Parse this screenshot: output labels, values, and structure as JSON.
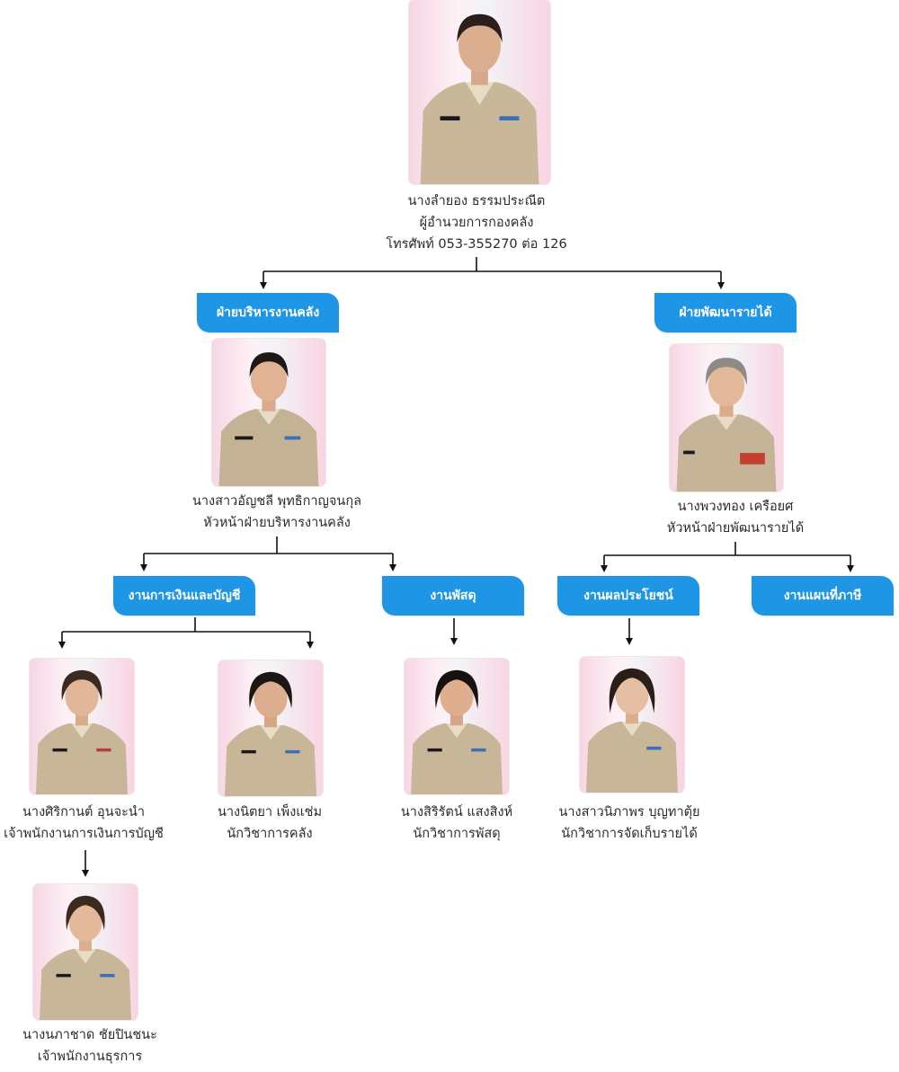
{
  "director": {
    "name": "นางลำยอง  ธรรมประณีต",
    "title": "ผู้อำนวยการกองคลัง",
    "phone": "โทรศัพท์ 053-355270 ต่อ 126"
  },
  "divisions": {
    "finance_admin": "ฝ่ายบริหารงานคลัง",
    "revenue_dev": "ฝ่ายพัฒนารายได้"
  },
  "finance_head": {
    "name": "นางสาวอัญชลี  พุทธิกาญจนกุล",
    "title": "หัวหน้าฝ่ายบริหารงานคลัง"
  },
  "revenue_head": {
    "name": "นางพวงทอง เครือยศ",
    "title": "หัวหน้าฝ่ายพัฒนารายได้"
  },
  "units": {
    "finance_accounting": "งานการเงินและบัญชี",
    "supplies": "งานพัสดุ",
    "benefits": "งานผลประโยชน์",
    "tax_map": "งานแผนที่ภาษี"
  },
  "staff": {
    "sirikan": {
      "name": "นางศิริกานต์ อุนจะนำ",
      "title": "เจ้าพนักงานการเงินการบัญชี"
    },
    "nitaya": {
      "name": "นางนิตยา เพ็งแช่ม",
      "title": "นักวิชาการคลัง"
    },
    "sirirat": {
      "name": "นางสิริรัตน์  แสงสิงห์",
      "title": "นักวิชาการพัสดุ"
    },
    "nipaporn": {
      "name": "นางสาวนิภาพร บุญทาตุ้ย",
      "title": "นักวิชาการจัดเก็บรายได้"
    },
    "napachat": {
      "name": "นางนภาชาด ชัยปินชนะ",
      "title": "เจ้าพนักงานธุรการ"
    }
  },
  "colors": {
    "dept_box": "#1f95e6",
    "uniform": "#c9b79a",
    "backdrop_pink": "#f7d6e4"
  }
}
